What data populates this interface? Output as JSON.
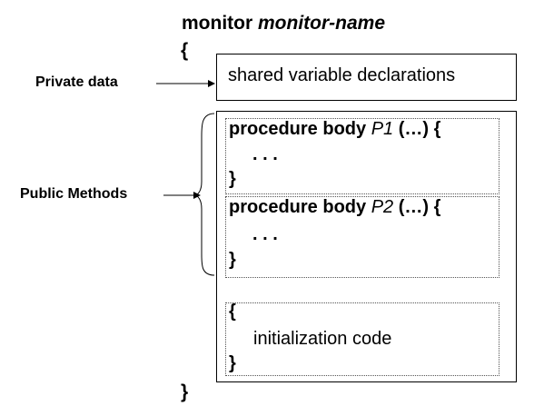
{
  "header": {
    "keyword": "monitor",
    "name": "monitor-name",
    "open_brace": "{",
    "close_brace": "}"
  },
  "labels": {
    "private_data": "Private data",
    "public_methods": "Public Methods"
  },
  "private_box": {
    "text": "shared variable declarations"
  },
  "procedures": [
    {
      "prefix": "procedure body ",
      "name": "P1",
      "suffix": " (…) {",
      "body": ". . .",
      "close": "}"
    },
    {
      "prefix": "procedure body ",
      "name": "P2",
      "suffix": " (…) {",
      "body": ". . .",
      "close": "}"
    }
  ],
  "init_block": {
    "open": "{",
    "text": "initialization code",
    "close": "}"
  }
}
